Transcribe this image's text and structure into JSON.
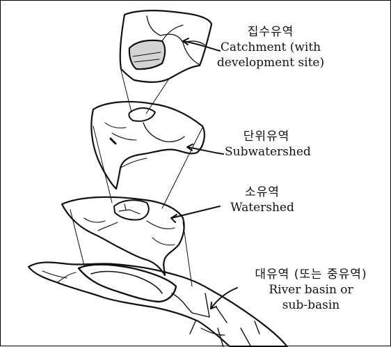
{
  "labels": {
    "catchment": {
      "ko": "집수유역",
      "en": [
        "Catchment (with",
        "development site)"
      ]
    },
    "subwatershed": {
      "ko": "단위유역",
      "en": [
        "Subwatershed"
      ]
    },
    "watershed": {
      "ko": "소유역",
      "en": [
        "Watershed"
      ]
    },
    "river_basin": {
      "ko": "대유역 (또는 중유역)",
      "en": [
        "River basin or",
        "sub-basin"
      ]
    }
  }
}
